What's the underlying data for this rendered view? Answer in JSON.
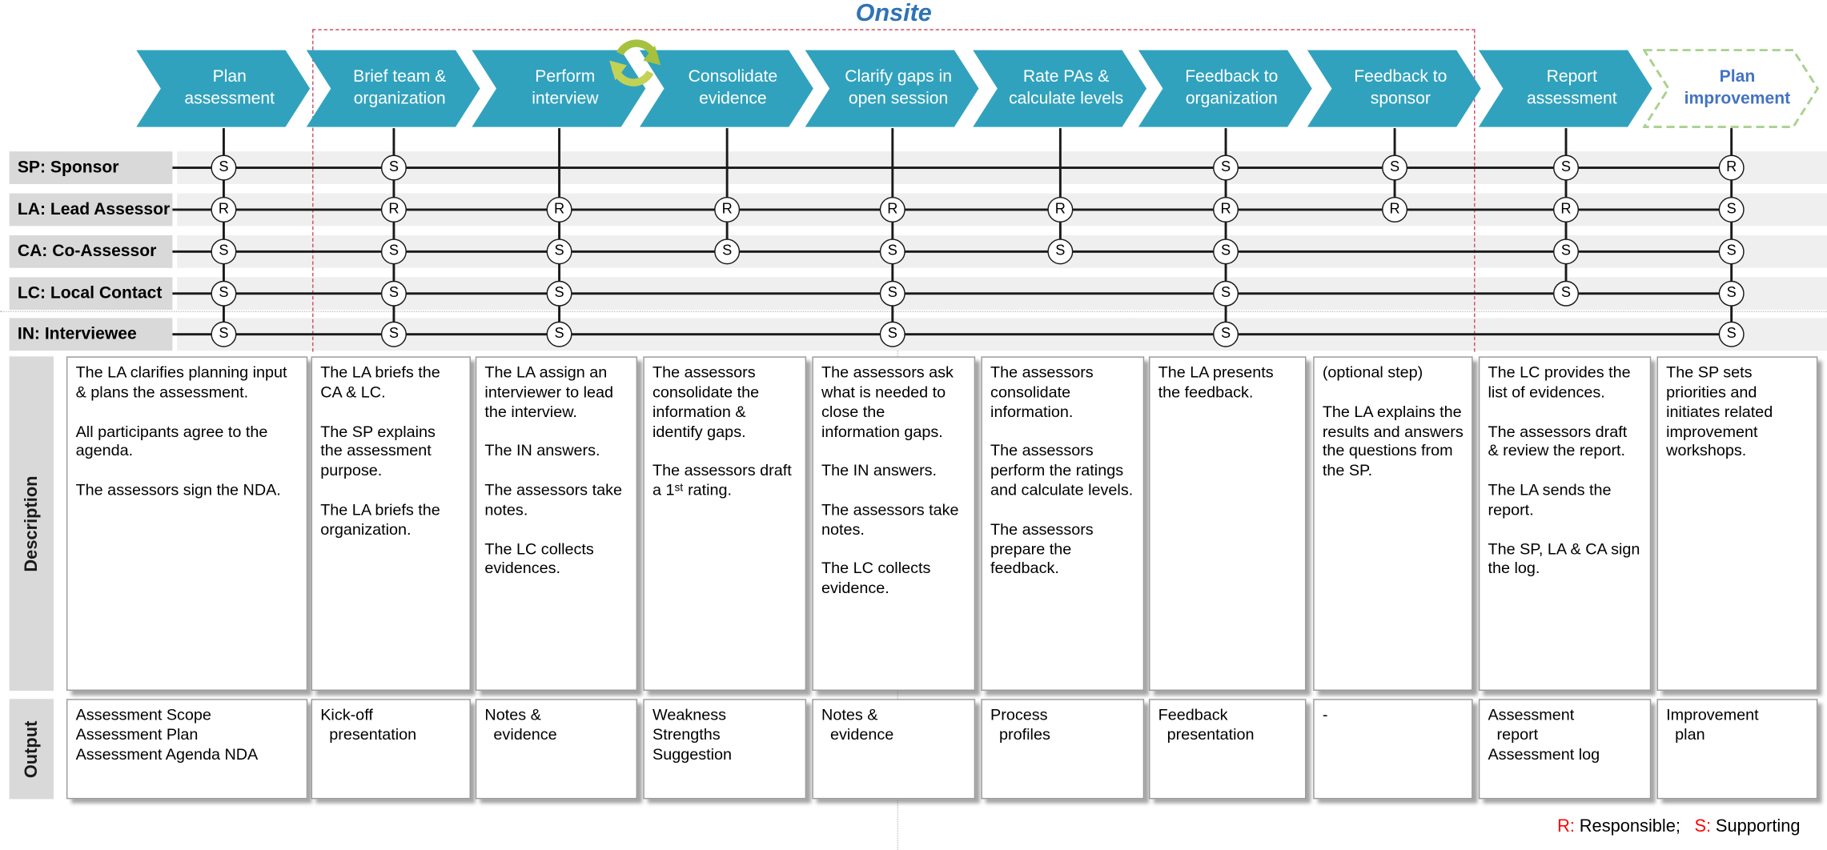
{
  "title": "Onsite",
  "sections": {
    "description_label": "Description",
    "output_label": "Output"
  },
  "legend": {
    "r_key": "R:",
    "r_label": "Responsible;",
    "s_key": "S:",
    "s_label": "Supporting"
  },
  "colors": {
    "chevron": "#31a2bd",
    "chevron_text": "#ffffff",
    "plan_improvement_border": "#a9d18e",
    "plan_improvement_text": "#4472c4",
    "onsite_border": "#d0506a",
    "onsite_title": "#2e74b5",
    "role_label_bg": "#d9d9d9",
    "row_band_bg": "#efefef",
    "legend_red": "#ff0000",
    "refresh_icon_green": "#a6c13d",
    "refresh_icon_light_green": "#c3d155"
  },
  "icons": [
    {
      "name": "refresh-cycle-icon"
    }
  ],
  "roles": [
    {
      "label": "SP: Sponsor"
    },
    {
      "label": "LA: Lead Assessor"
    },
    {
      "label": "CA: Co-Assessor"
    },
    {
      "label": "LC: Local Contact"
    },
    {
      "label": "IN: Interviewee"
    }
  ],
  "steps": [
    {
      "label": "Plan\nassessment",
      "variant": "solid",
      "raci": [
        "S",
        "R",
        "S",
        "S",
        "S"
      ],
      "description": "The LA clarifies planning input & plans the assessment.\n\nAll participants agree to the agenda.\n\nThe assessors sign the NDA.",
      "output": "Assessment Scope\nAssessment Plan\nAssessment Agenda NDA"
    },
    {
      "label": "Brief team &\norganization",
      "variant": "solid",
      "raci": [
        "S",
        "R",
        "S",
        "S",
        "S"
      ],
      "description": "The LA briefs the CA & LC.\n\nThe SP explains the assessment purpose.\n\nThe LA briefs the organization.",
      "output": "Kick-off\n  presentation"
    },
    {
      "label": "Perform\ninterview",
      "variant": "solid",
      "raci": [
        null,
        "R",
        "S",
        "S",
        "S"
      ],
      "description": "The LA assign an interviewer to lead the interview.\n\nThe IN answers.\n\nThe assessors take notes.\n\nThe LC collects evidences.",
      "output": "Notes &\n  evidence"
    },
    {
      "label": "Consolidate\nevidence",
      "variant": "solid",
      "raci": [
        null,
        "R",
        "S",
        null,
        null
      ],
      "description": "The assessors consolidate the information & identify gaps.\n\nThe assessors draft a 1ˢᵗ rating.",
      "output": "Weakness\nStrengths\nSuggestion"
    },
    {
      "label": "Clarify gaps in\nopen session",
      "variant": "solid",
      "raci": [
        null,
        "R",
        "S",
        "S",
        "S"
      ],
      "description": "The assessors ask what is needed to close the information gaps.\n\nThe IN answers.\n\nThe assessors take notes.\n\nThe LC collects evidence.",
      "output": "Notes &\n  evidence"
    },
    {
      "label": "Rate PAs &\ncalculate levels",
      "variant": "solid",
      "raci": [
        null,
        "R",
        "S",
        null,
        null
      ],
      "description": "The assessors consolidate information.\n\nThe assessors perform the ratings and calculate levels.\n\nThe assessors prepare the feedback.",
      "output": "Process\n  profiles"
    },
    {
      "label": "Feedback to\norganization",
      "variant": "solid",
      "raci": [
        "S",
        "R",
        "S",
        "S",
        "S"
      ],
      "description": "The LA presents the feedback.",
      "output": "Feedback\n  presentation"
    },
    {
      "label": "Feedback to\nsponsor",
      "variant": "solid",
      "raci": [
        "S",
        "R",
        null,
        null,
        null
      ],
      "description": "(optional step)\n\nThe LA explains the results and answers the questions from the SP.",
      "output": "-"
    },
    {
      "label": "Report\nassessment",
      "variant": "solid",
      "raci": [
        "S",
        "R",
        "S",
        "S",
        null
      ],
      "description": "The LC provides the list of evidences.\n\nThe assessors draft & review the report.\n\nThe LA sends the report.\n\nThe SP, LA & CA sign the log.",
      "output": "Assessment\n  report\nAssessment log"
    },
    {
      "label": "Plan\nimprovement",
      "variant": "dashed",
      "raci": [
        "R",
        "S",
        "S",
        "S",
        "S"
      ],
      "description": "The SP sets priorities and initiates related improvement workshops.",
      "output": "Improvement\n  plan"
    }
  ]
}
